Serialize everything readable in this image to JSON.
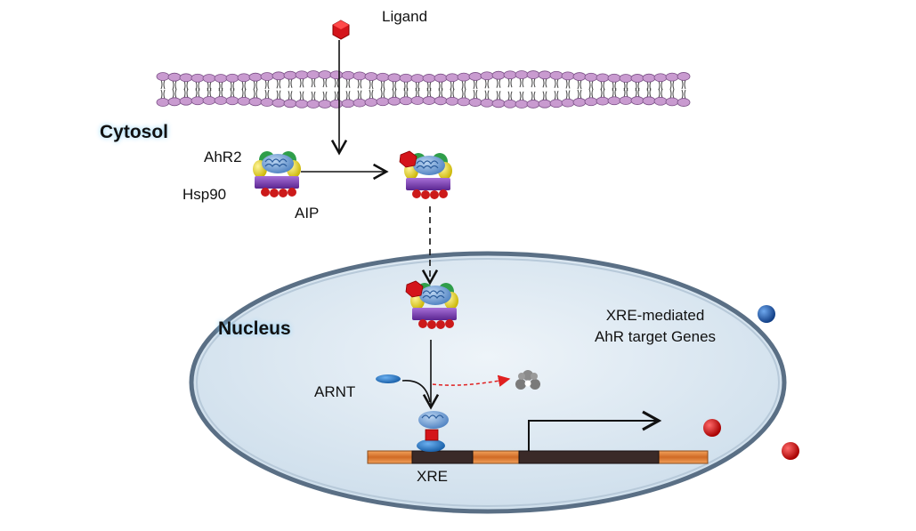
{
  "labels": {
    "ligand": "Ligand",
    "cytosol": "Cytosol",
    "ahr2": "AhR2",
    "hsp90": "Hsp90",
    "aip": "AIP",
    "nucleus": "Nucleus",
    "xre_genes_line1": "XRE-mediated",
    "xre_genes_line2": "AhR target Genes",
    "arnt": "ARNT",
    "xre": "XRE"
  },
  "colors": {
    "membrane_head": "#c99bd0",
    "membrane_tail": "#444444",
    "ligand": "#d4141a",
    "ahr": "#6a9fd8",
    "hsp90": "#7a3fb0",
    "aip": "#cc1a1a",
    "cochaperone_yellow": "#e8d92a",
    "cochaperone_green": "#2f9e4a",
    "arnt": "#1f74c9",
    "nucleus_fill": "#dde9f3",
    "nucleus_border": "#5a6f85",
    "dna_orange": "#e0843a",
    "dna_xre": "#3a2a28",
    "degraded": "#8a8a8a",
    "dashed_red_arrow": "#e02020",
    "protein_red": "#cc1010",
    "protein_blue": "#1e5fb0"
  },
  "icons": {
    "ligand": "red-cube-icon",
    "complex": "ahr-hsp90-aip-complex-icon",
    "arnt": "arnt-oval-icon",
    "degraded": "proteasome-degradation-icon"
  }
}
